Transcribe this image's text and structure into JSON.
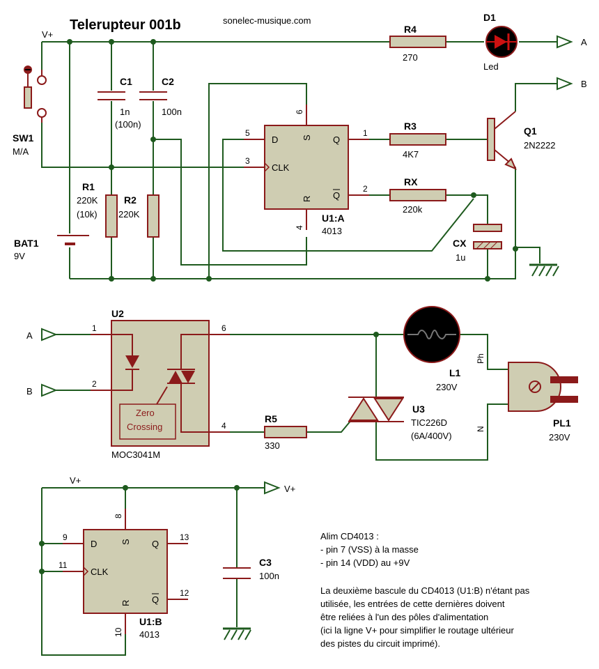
{
  "title": "Telerupteur 001b",
  "website": "sonelec-musique.com",
  "colors": {
    "wire": "#1e5a1e",
    "component": "#8b1a1a",
    "ic_fill": "#cfcdb2",
    "led": "#cc1111",
    "lamp": "#000000"
  },
  "labels": {
    "vplus_top": "V+",
    "vplus_bottom": "V+",
    "vplus_out": "V+",
    "port_a": "A",
    "port_b": "B",
    "port_a_in": "A",
    "port_b_in": "B",
    "sw1": "SW1",
    "sw1_val": "M/A",
    "bat1": "BAT1",
    "bat1_val": "9V",
    "c1": "C1",
    "c1_val": "1n",
    "c1_val2": "(100n)",
    "c2": "C2",
    "c2_val": "100n",
    "r1": "R1",
    "r1_val": "220K",
    "r1_val2": "(10k)",
    "r2": "R2",
    "r2_val": "220K",
    "r4": "R4",
    "r4_val": "270",
    "d1": "D1",
    "d1_val": "Led",
    "r3": "R3",
    "r3_val": "4K7",
    "q1": "Q1",
    "q1_val": "2N2222",
    "rx": "RX",
    "rx_val": "220k",
    "cx": "CX",
    "cx_val": "1u",
    "u1a": "U1:A",
    "u1a_val": "4013",
    "u2": "U2",
    "u2_val": "MOC3041M",
    "zc1": "Zero",
    "zc2": "Crossing",
    "r5": "R5",
    "r5_val": "330",
    "l1": "L1",
    "l1_val": "230V",
    "u3": "U3",
    "u3_val": "TIC226D",
    "u3_val2": "(6A/400V)",
    "pl1": "PL1",
    "pl1_val": "230V",
    "ph": "Ph",
    "n": "N",
    "c3": "C3",
    "c3_val": "100n",
    "u1b": "U1:B",
    "u1b_val": "4013"
  },
  "ic_pins": {
    "d": "D",
    "s": "S",
    "q": "Q",
    "clk": "CLK",
    "r": "R",
    "qbar": "Q",
    "u1a_d": "5",
    "u1a_s": "6",
    "u1a_q": "1",
    "u1a_clk": "3",
    "u1a_r": "4",
    "u1a_qbar": "2",
    "u1b_d": "9",
    "u1b_s": "8",
    "u1b_q": "13",
    "u1b_clk": "11",
    "u1b_r": "10",
    "u1b_qbar": "12",
    "u2_1": "1",
    "u2_2": "2",
    "u2_6": "6",
    "u2_4": "4"
  },
  "notes": {
    "line1": "Alim CD4013 :",
    "line2": "- pin 7 (VSS) à la masse",
    "line3": "- pin 14 (VDD) au +9V",
    "line4": "La deuxième bascule du CD4013 (U1:B) n'étant pas",
    "line5": "utilisée, les entrées de cette dernières doivent",
    "line6": "être reliées à l'un des pôles d'alimentation",
    "line7": "(ici la ligne V+ pour simplifier le routage ultérieur",
    "line8": "des pistes du circuit imprimé)."
  }
}
